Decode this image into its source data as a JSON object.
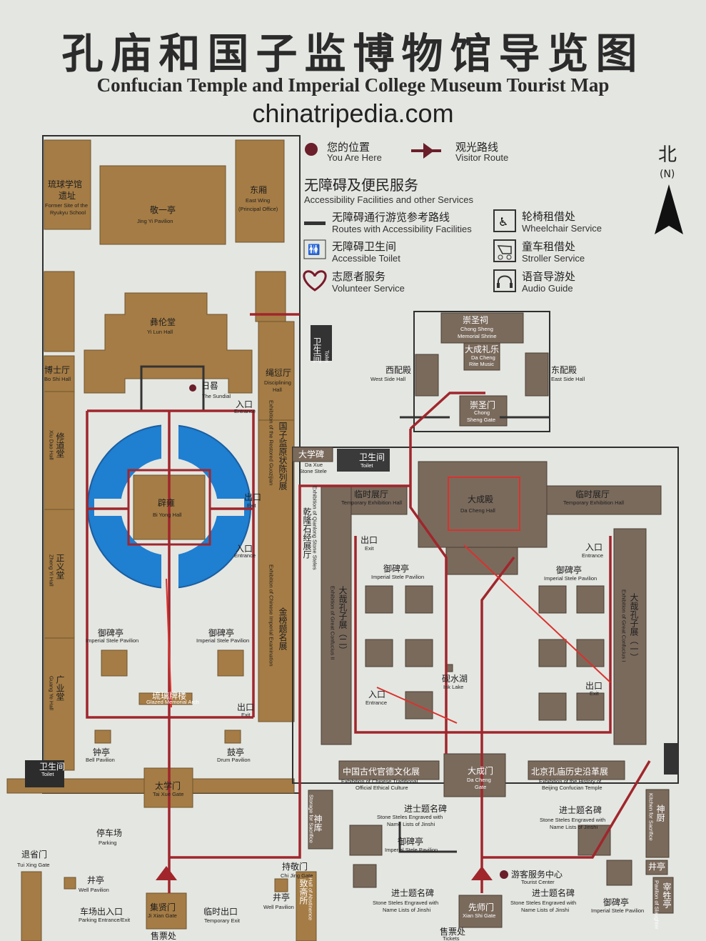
{
  "title_zh": "孔庙和国子监博物馆导览图",
  "title_en": "Confucian Temple and Imperial College Museum Tourist Map",
  "watermark": "chinatripedia.com",
  "north": {
    "zh": "北",
    "en": "(N)"
  },
  "legend": {
    "you_are_here": {
      "zh": "您的位置",
      "en": "You Are Here"
    },
    "visitor_route": {
      "zh": "观光路线",
      "en": "Visitor Route"
    },
    "accessibility_heading": {
      "zh": "无障碍及便民服务",
      "en": "Accessibility Facilities and other Services"
    },
    "routes_accessible": {
      "zh": "无障碍通行游览参考路线",
      "en": "Routes with Accessibility Facilities"
    },
    "accessible_toilet": {
      "zh": "无障碍卫生间",
      "en": "Accessible Toilet"
    },
    "volunteer": {
      "zh": "志愿者服务",
      "en": "Volunteer Service"
    },
    "wheelchair": {
      "zh": "轮椅租借处",
      "en": "Wheelchair Service"
    },
    "stroller": {
      "zh": "童车租借处",
      "en": "Stroller Service"
    },
    "audio": {
      "zh": "语音导游处",
      "en": "Audio Guide"
    }
  },
  "places": {
    "ryukyu": {
      "zh1": "琉球学馆",
      "zh2": "遗址",
      "en1": "Former Site of the",
      "en2": "Ryukyu School"
    },
    "jingyi": {
      "zh": "敬一亭",
      "en": "Jing Yi Pavilion"
    },
    "eastwing": {
      "zh": "东厢",
      "en1": "East Wing",
      "en2": "(Principal Office)"
    },
    "yilun": {
      "zh": "彝伦堂",
      "en": "Yi Lun Hall"
    },
    "boshi": {
      "zh": "博士厅",
      "en": "Bo Shi Hall"
    },
    "sundial": {
      "zh": "日晷",
      "en": "The Sundial"
    },
    "shengqian": {
      "zh": "绳愆厅",
      "en1": "Disciplining",
      "en2": "Hall"
    },
    "xiudao": {
      "zh": "修道堂",
      "en": "Xiu Dao Hall"
    },
    "biyong": {
      "zh": "辟雍",
      "en": "Bi Yong Hall"
    },
    "guozijian_exh": {
      "zh": "国子监原状陈列展",
      "en": "Exhibition of the Restored Guozijian"
    },
    "qianlong": {
      "zh": "乾隆石经展厅",
      "en": "Exhibition of Qianlong Stone Steles"
    },
    "jinbang": {
      "zh": "金榜题名展",
      "en": "Exhibition of Chinese Imperial Examination"
    },
    "zhengyi": {
      "zh": "正义堂",
      "en": "Zheng Yi Hall"
    },
    "guangye": {
      "zh": "广业堂",
      "en": "Guang Ye Hall"
    },
    "stele_l": {
      "zh": "御碑亭",
      "en": "Imperial Stele Pavilion"
    },
    "stele_r": {
      "zh": "御碑亭",
      "en": "Imperial Stele Pavilion"
    },
    "liuli": {
      "zh": "琉璃牌楼",
      "en": "Glazed Memorial Arch"
    },
    "bell": {
      "zh": "钟亭",
      "en": "Bell Pavilion"
    },
    "drum": {
      "zh": "鼓亭",
      "en": "Drum Pavilion"
    },
    "toilet_w": {
      "zh": "卫生间",
      "en": "Toilet"
    },
    "taixue": {
      "zh": "太学门",
      "en": "Tai Xue Gate"
    },
    "parking": {
      "zh": "停车场",
      "en": "Parking"
    },
    "tuixing": {
      "zh": "退省门",
      "en": "Tui Xing Gate"
    },
    "well_l": {
      "zh": "井亭",
      "en": "Well Pavilion"
    },
    "parking_exit": {
      "zh": "车场出入口",
      "en": "Parking Entrance/Exit"
    },
    "jixian": {
      "zh": "集贤门",
      "en": "Ji Xian Gate"
    },
    "temp_exit": {
      "zh": "临时出口",
      "en": "Temporary Exit"
    },
    "ticket_l": {
      "zh": "售票处"
    },
    "well_m": {
      "zh": "井亭",
      "en": "Well Pavilion"
    },
    "chijing": {
      "zh": "持敬门",
      "en": "Chi Jing Gate"
    },
    "zhizhai": {
      "zh": "致斋所",
      "en": "Hall of Abstinence"
    },
    "shenku": {
      "zh": "神库",
      "en": "Storage for Sacrifice"
    },
    "daxuebei": {
      "zh": "大学碑",
      "en1": "Da Xue",
      "en2": "Stone Stele"
    },
    "toilet_n": {
      "zh": "卫生间",
      "en": "Toilet"
    },
    "toilet_top": {
      "zh": "卫生间",
      "en": "Toilet"
    },
    "chongsheng": {
      "zh": "崇圣祠",
      "en1": "Chong Sheng",
      "en2": "Memorial Shrine"
    },
    "dacheng_music": {
      "zh": "大成礼乐",
      "en1": "Da Cheng",
      "en2": "Rite Music"
    },
    "west_side": {
      "zh": "西配殿",
      "en": "West Side Hall"
    },
    "east_side": {
      "zh": "东配殿",
      "en": "East Side Hall"
    },
    "chongsheng_gate": {
      "zh": "崇圣门",
      "en1": "Chong",
      "en2": "Sheng Gate"
    },
    "temp_exh_l": {
      "zh": "临时展厅",
      "en": "Temporary Exhibition Hall"
    },
    "temp_exh_r": {
      "zh": "临时展厅",
      "en": "Temporary Exhibition Hall"
    },
    "dacheng_hall": {
      "zh": "大成殿",
      "en": "Da Cheng Hall"
    },
    "great_conf_1": {
      "zh": "大哉孔子展（一）",
      "en": "Exhibition of Great Confucius I"
    },
    "great_conf_2": {
      "zh": "大哉孔子展（二）",
      "en": "Exhibition of Great Confucius II"
    },
    "stele_c1": {
      "zh": "御碑亭",
      "en": "Imperial Stele Pavilion"
    },
    "stele_c2": {
      "zh": "御碑亭",
      "en": "Imperial Stele Pavilion"
    },
    "inkwater": {
      "zh": "砚水湖",
      "en": "Ink Lake"
    },
    "ethical": {
      "zh": "中国古代官德文化展",
      "en1": "Exhibition of Chinese Traditional",
      "en2": "Official Ethical Culture"
    },
    "dacheng_gate": {
      "zh": "大成门",
      "en1": "Da Cheng",
      "en2": "Gate"
    },
    "history": {
      "zh": "北京孔庙历史沿革展",
      "en1": "Exhibition of the History of",
      "en2": "Beijing Confucian Temple"
    },
    "jinshi_l": {
      "zh": "进士题名碑",
      "en1": "Stone Steles Engraved with",
      "en2": "Name Lists of Jinshi"
    },
    "jinshi_r": {
      "zh": "进士题名碑",
      "en1": "Stone Steles Engraved with",
      "en2": "Name Lists of Jinshi"
    },
    "stele_s": {
      "zh": "御碑亭",
      "en": "Imperial Stele Pavilion"
    },
    "tourist_center": {
      "zh": "游客服务中心",
      "en": "Tourist Center"
    },
    "jinshi_bl": {
      "zh": "进士题名碑",
      "en1": "Stone Steles Engraved with",
      "en2": "Name Lists of Jinshi"
    },
    "jinshi_br": {
      "zh": "进士题名碑",
      "en1": "Stone Steles Engraved with",
      "en2": "Name Lists of Jinshi"
    },
    "xianshi": {
      "zh": "先师门",
      "en": "Xian Shi Gate"
    },
    "ticket_r": {
      "zh": "售票处",
      "en": "Tickets"
    },
    "kitchen": {
      "zh": "神厨",
      "en": "Kitchen for Sacrifice"
    },
    "well_r": {
      "zh": "井亭",
      "en": "Well Pavilion"
    },
    "zaisheng": {
      "zh": "宰牲亭",
      "en": "Pavilion of Slaughter"
    },
    "stele_se": {
      "zh": "御碑亭",
      "en": "Imperial Stele Pavilion"
    }
  },
  "markers": {
    "entrance": {
      "zh": "入口",
      "en": "Entrance"
    },
    "exit": {
      "zh": "出口",
      "en": "Exit"
    }
  },
  "colors": {
    "building": "#a57c45",
    "temple_building": "#7a6a5c",
    "route": "#a0262c",
    "pool": "#1f7fd1",
    "background": "#e4e6e1"
  }
}
